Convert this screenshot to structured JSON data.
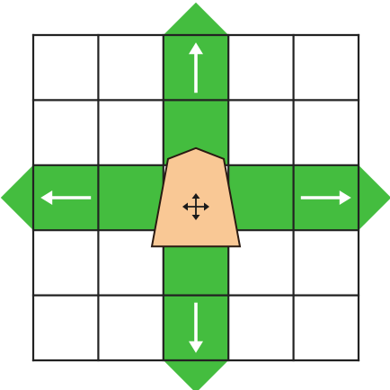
{
  "board": {
    "rows": 5,
    "cols": 5,
    "piece_square": {
      "row": 2,
      "col": 2
    },
    "highlighted_squares": [
      {
        "row": 0,
        "col": 2
      },
      {
        "row": 1,
        "col": 2
      },
      {
        "row": 2,
        "col": 0
      },
      {
        "row": 2,
        "col": 1
      },
      {
        "row": 2,
        "col": 3
      },
      {
        "row": 2,
        "col": 4
      },
      {
        "row": 3,
        "col": 2
      },
      {
        "row": 4,
        "col": 2
      }
    ],
    "move_directions": [
      "up",
      "down",
      "left",
      "right"
    ],
    "movement_type": "unlimited-orthogonal"
  },
  "piece": {
    "shape": "shogi-koma",
    "marker_icon": "four-way-move-icon"
  },
  "colors": {
    "move_highlight": "#44bd3f",
    "grid_line": "#222222",
    "empty_square": "#ffffff",
    "piece_fill": "#f9c895",
    "piece_outline": "#2a1a12",
    "arrow": "#ffffff",
    "marker": "#1a1a1a"
  }
}
